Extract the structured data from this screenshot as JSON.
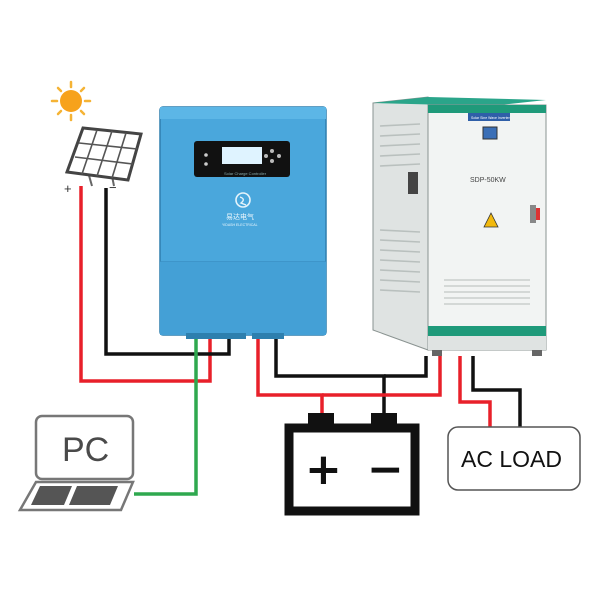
{
  "diagram": {
    "pc_label": "PC",
    "ac_load_label": "AC LOAD",
    "inverter_model": "SDP-50KW",
    "inverter_plate": "Solar Sine Wave Inverter",
    "controller_name": "Solar Charge Controller",
    "controller_brand": "易达电气",
    "controller_brand_sub": "YIDASH ELECTRICAL",
    "panel_plus": "+",
    "panel_minus": "−",
    "battery_plus": "+",
    "battery_minus": "−"
  },
  "colors": {
    "wire_positive": "#e8202a",
    "wire_negative": "#111111",
    "wire_comm": "#2fa84f",
    "controller_body": "#4aa7dc",
    "inverter_body": "#f2f4f3",
    "inverter_trim": "#1f9a7a",
    "sun": "#f7a21b"
  }
}
